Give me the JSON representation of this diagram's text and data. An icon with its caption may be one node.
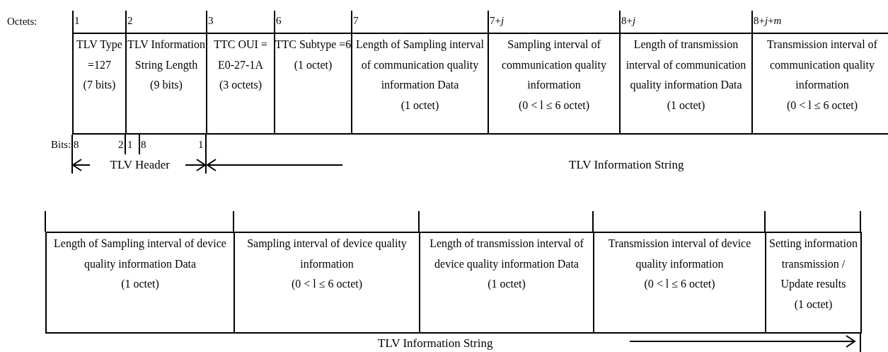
{
  "diagram": {
    "nodes": [
      {
        "text": [
          "TLV Type =127",
          "(7 bits)"
        ],
        "beside": [
          "1"
        ]
      },
      {
        "text": [
          "TLV Information String Length",
          "(9 bits)"
        ],
        "beside": [
          "2"
        ]
      },
      {
        "text": [
          "TTC OUI = E0-27-1A",
          "(3 octets)"
        ],
        "beside": [
          "3"
        ]
      },
      {
        "text": [
          "TTC Subtype =6",
          "(1 octet)"
        ],
        "beside": [
          "6"
        ]
      },
      {
        "text": [
          "Length of Sampling interval of communication quality information Data",
          "(1 octet)"
        ],
        "beside": [
          "7"
        ]
      },
      {
        "text": [
          "Sampling interval of communication quality information",
          "(0 < l ≤ 6 octet)"
        ],
        "beside": [
          "7+*j*"
        ]
      },
      {
        "text": [
          "Length of transmission interval of communication quality information Data",
          "(1 octet)"
        ],
        "beside": [
          "8+*j*"
        ]
      },
      {
        "text": [
          "Transmission interval of communication quality information",
          "(0 < l ≤ 6 octet)"
        ],
        "beside": [
          "8+*j*+*m*"
        ]
      },
      {
        "text": [
          "Length of Sampling interval of device quality information Data",
          "(1 octet)"
        ]
      },
      {
        "text": [
          "Sampling interval of device quality information",
          "(0 < l ≤ 6 octet)"
        ]
      },
      {
        "text": [
          "Length of transmission interval of device quality information Data",
          "(1 octet)"
        ]
      },
      {
        "text": [
          "Transmission interval of device quality information",
          "(0 < l ≤ 6 octet)"
        ]
      },
      {
        "text": [
          "Setting information transmission / Update results",
          "(1 octet)"
        ]
      }
    ],
    "labels": [
      "Octets:",
      "Bits:",
      "8",
      "2",
      "1",
      "8",
      "1",
      "TLV Header",
      "TLV Information String",
      "TLV Information String"
    ]
  }
}
